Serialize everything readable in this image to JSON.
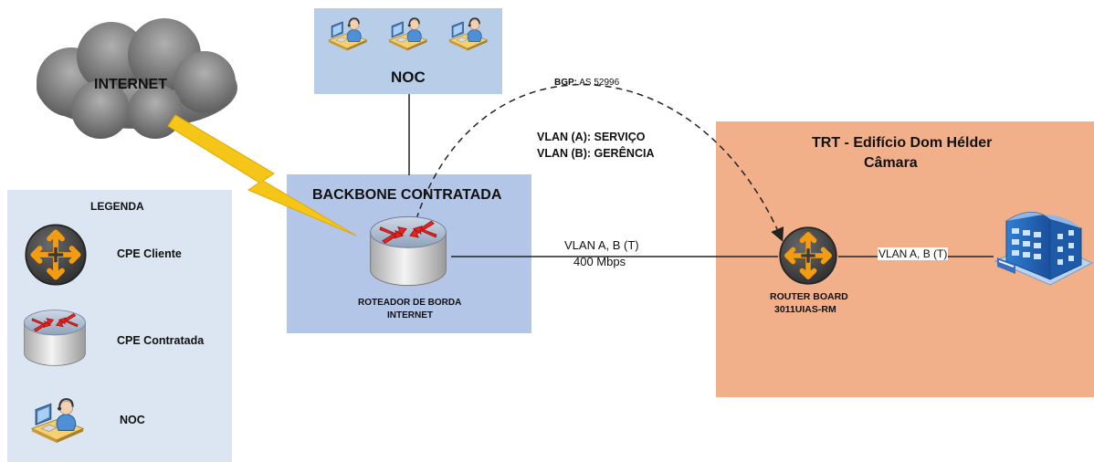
{
  "internet": {
    "label": "INTERNET"
  },
  "noc": {
    "label": "NOC"
  },
  "bgp": {
    "prefix": "BGP:",
    "value": "AS 52996"
  },
  "vlans": {
    "line_a": "VLAN (A): SERVIÇO",
    "line_b": "VLAN (B): GERÊNCIA"
  },
  "backbone": {
    "title": "BACKBONE CONTRATADA",
    "router_label_1": "ROTEADOR DE BORDA",
    "router_label_2": "INTERNET"
  },
  "link_main": {
    "vlan": "VLAN A, B (T)",
    "speed": "400 Mbps"
  },
  "trt": {
    "title_1": "TRT - Edifício Dom Hélder",
    "title_2": "Câmara",
    "router_label_1": "ROUTER BOARD",
    "router_label_2": "3011UIAS-RM"
  },
  "link_building": {
    "vlan": "VLAN A, B (T)"
  },
  "legend": {
    "title": "LEGENDA",
    "items": [
      {
        "label": "CPE Cliente",
        "icon": "cpe-client-icon"
      },
      {
        "label": "CPE Contratada",
        "icon": "cpe-contracted-icon"
      },
      {
        "label": "NOC",
        "icon": "noc-operator-icon"
      }
    ]
  },
  "colors": {
    "legend_bg": "#dbe6f2",
    "noc_bg": "#b8cde8",
    "backbone_bg": "#b4c6e7",
    "trt_bg": "#f2b08a",
    "lightning": "#f5c518",
    "router_arrow": "#e8231f",
    "cpe_arrow": "#f39c12"
  }
}
